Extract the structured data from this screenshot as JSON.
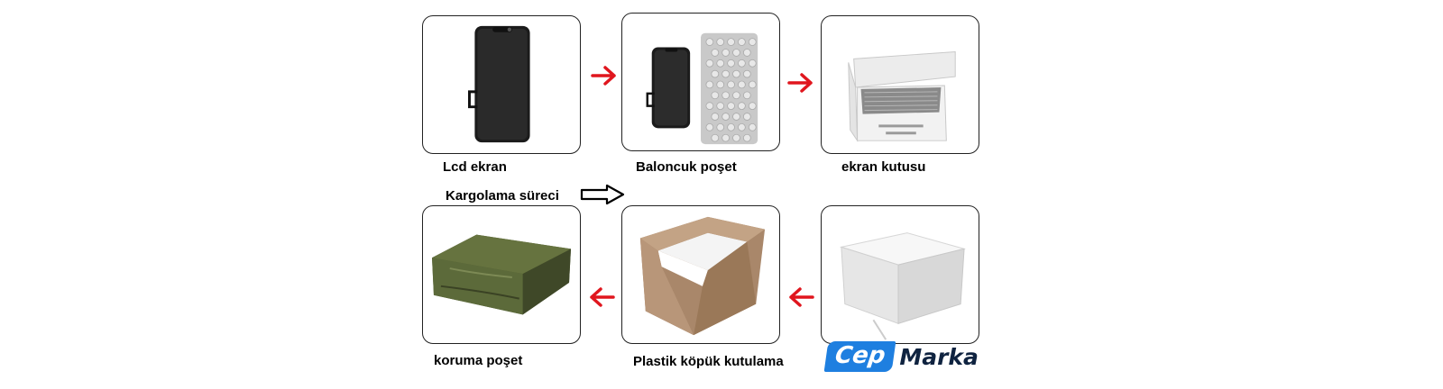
{
  "steps": [
    {
      "label": "Lcd ekran"
    },
    {
      "label": "Baloncuk poşet"
    },
    {
      "label": "ekran kutusu"
    },
    {
      "label": "Plastik köpük kutulama"
    },
    {
      "label": "koruma poşet"
    }
  ],
  "process_label": "Kargolama süreci",
  "logo": {
    "part1": "Cep",
    "part2": "Marka"
  },
  "colors": {
    "arrow": "#e0161e",
    "logo_blue": "#1e7fe0",
    "logo_dark": "#0f2340",
    "bag_green": "#4f5a32",
    "cardboard": "#a9876a"
  }
}
